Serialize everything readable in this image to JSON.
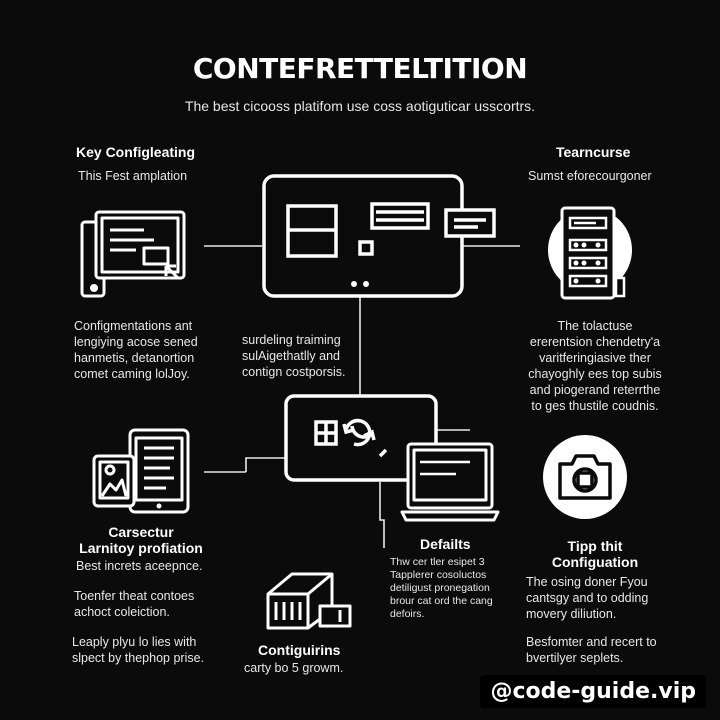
{
  "header": {
    "title": "CONTEFRETTELTITION",
    "subtitle": "The best cicooss platifom use coss aotiguticar usscortrs."
  },
  "sections": {
    "key_config": {
      "heading": "Key Configleating",
      "subheading": "This Fest amplation",
      "body": [
        "Configmentations ant",
        "lengiying acose sened",
        "hanmetis, detanortion",
        "comet caming lolJoy."
      ]
    },
    "center_top_text": {
      "body": [
        "surdeling traiming",
        "sulAigethatlly and",
        "contign costporsis."
      ]
    },
    "teamcurse": {
      "heading": "Tearncurse",
      "subheading": "Sumst eforecourgoner",
      "body": [
        "The tolactuse",
        "ererentsion chendetry'a",
        "varitferingiasive ther",
        "chayoghly ees top subis",
        "and piogerand reterrthe",
        "to ges thustile coudnis."
      ]
    },
    "carsectur": {
      "heading_lines": [
        "Carsectur",
        "Larnitoy profiation"
      ],
      "sub": "Best increts aceepnce.",
      "body1": [
        "Toenfer theat contoes",
        "achoct coleiction."
      ],
      "body2": [
        "Leaply plyu lo lies with",
        "slpect by thephop prise."
      ]
    },
    "defaults": {
      "heading": "Defailts",
      "body": [
        "Thw cer tler esipet 3",
        "Tapplerer cosoluctos",
        "detiligust pronegation",
        "brour cat ord the cang",
        "defoirs."
      ]
    },
    "configuirins": {
      "heading": "Contiguirins",
      "sub": "carty bo 5 growm."
    },
    "tipp": {
      "heading_lines": [
        "Tipp thit",
        "Configuation"
      ],
      "body1": [
        "The osing doner Fyou",
        "cantsgy and to odding",
        "movery diliution."
      ],
      "body2": [
        "Besfomter and recert to",
        "bvertilyer seplets."
      ]
    }
  },
  "watermark": "@code-guide.vip",
  "icon_names": [
    "document-panel-icon",
    "monitor-icon",
    "server-rack-icon",
    "tablet-icon",
    "sync-screen-icon",
    "laptop-icon",
    "camera-icon",
    "modules-box-icon"
  ],
  "colors": {
    "background": "#0b0b0c",
    "foreground": "#ffffff"
  }
}
